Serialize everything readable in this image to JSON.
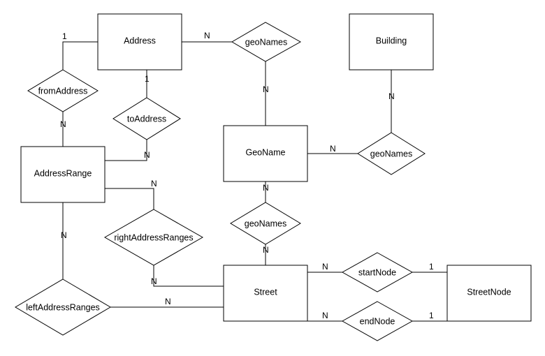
{
  "entities": {
    "address": "Address",
    "building": "Building",
    "geoname": "GeoName",
    "address_range": "AddressRange",
    "street": "Street",
    "street_node": "StreetNode"
  },
  "relationships": {
    "geonames_address": "geoNames",
    "geonames_building": "geoNames",
    "geonames_street": "geoNames",
    "from_address": "fromAddress",
    "to_address": "toAddress",
    "right_address_ranges": "rightAddressRanges",
    "left_address_ranges": "leftAddressRanges",
    "start_node": "startNode",
    "end_node": "endNode"
  },
  "cardinalities": {
    "address_geonames": "N",
    "geonames_geoname_top": "N",
    "building_geonames": "N",
    "geoname_geonames_right": "N",
    "address_fromaddress": "1",
    "fromaddress_addressrange": "N",
    "address_toaddress": "1",
    "toaddress_addressrange": "N",
    "geoname_geonames_bottom": "N",
    "geonames_street": "N",
    "addressrange_rightaddressranges": "N",
    "rightaddressranges_street": "N",
    "addressrange_leftaddressranges": "N",
    "leftaddressranges_street": "N",
    "street_startnode": "N",
    "startnode_streetnode": "1",
    "street_endnode": "N",
    "endnode_streetnode": "1"
  }
}
